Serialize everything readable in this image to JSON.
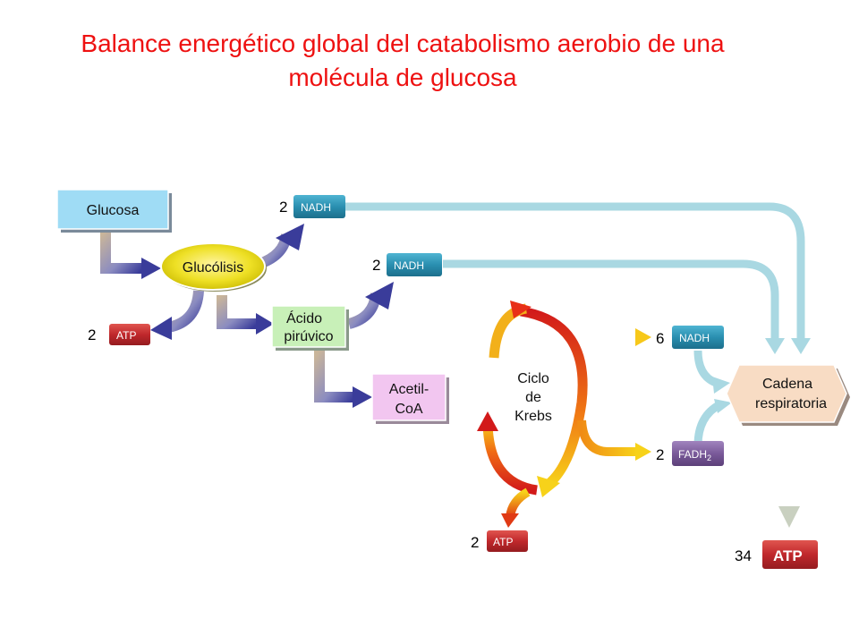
{
  "title": {
    "line1": "Balance energético global del catabolismo aerobio de una",
    "line2": "molécula de glucosa"
  },
  "nodes": {
    "glucosa": "Glucosa",
    "glucolisis": "Glucólisis",
    "acido_line1": "Ácido",
    "acido_line2": "pirúvico",
    "acetil_line1": "Acetil-",
    "acetil_line2": "CoA",
    "krebs_line1": "Ciclo",
    "krebs_line2": "de",
    "krebs_line3": "Krebs",
    "cadena_line1": "Cadena",
    "cadena_line2": "respiratoria"
  },
  "products": {
    "nadh_glucolisis": {
      "count": "2",
      "label": "NADH"
    },
    "nadh_piruvico": {
      "count": "2",
      "label": "NADH"
    },
    "atp_glucolisis": {
      "count": "2",
      "label": "ATP"
    },
    "nadh_krebs": {
      "count": "6",
      "label": "NADH"
    },
    "fadh_krebs": {
      "count": "2",
      "label": "FADH",
      "subscript": "2"
    },
    "atp_krebs": {
      "count": "2",
      "label": "ATP"
    },
    "atp_cadena": {
      "count": "34",
      "label": "ATP"
    }
  },
  "colors": {
    "title": "#ee1111",
    "nadh": "#2a8fb0",
    "atp": "#c0282c",
    "fadh": "#7a5a9a",
    "nadh_flow": "#a9d8e2",
    "glucosa_box": "#9fdcf5",
    "glucolisis_oval": "#e0d80f",
    "acido_box": "#c8f0b8",
    "acetil_box": "#f2c6f0",
    "cadena_box": "#f8dcc4"
  }
}
